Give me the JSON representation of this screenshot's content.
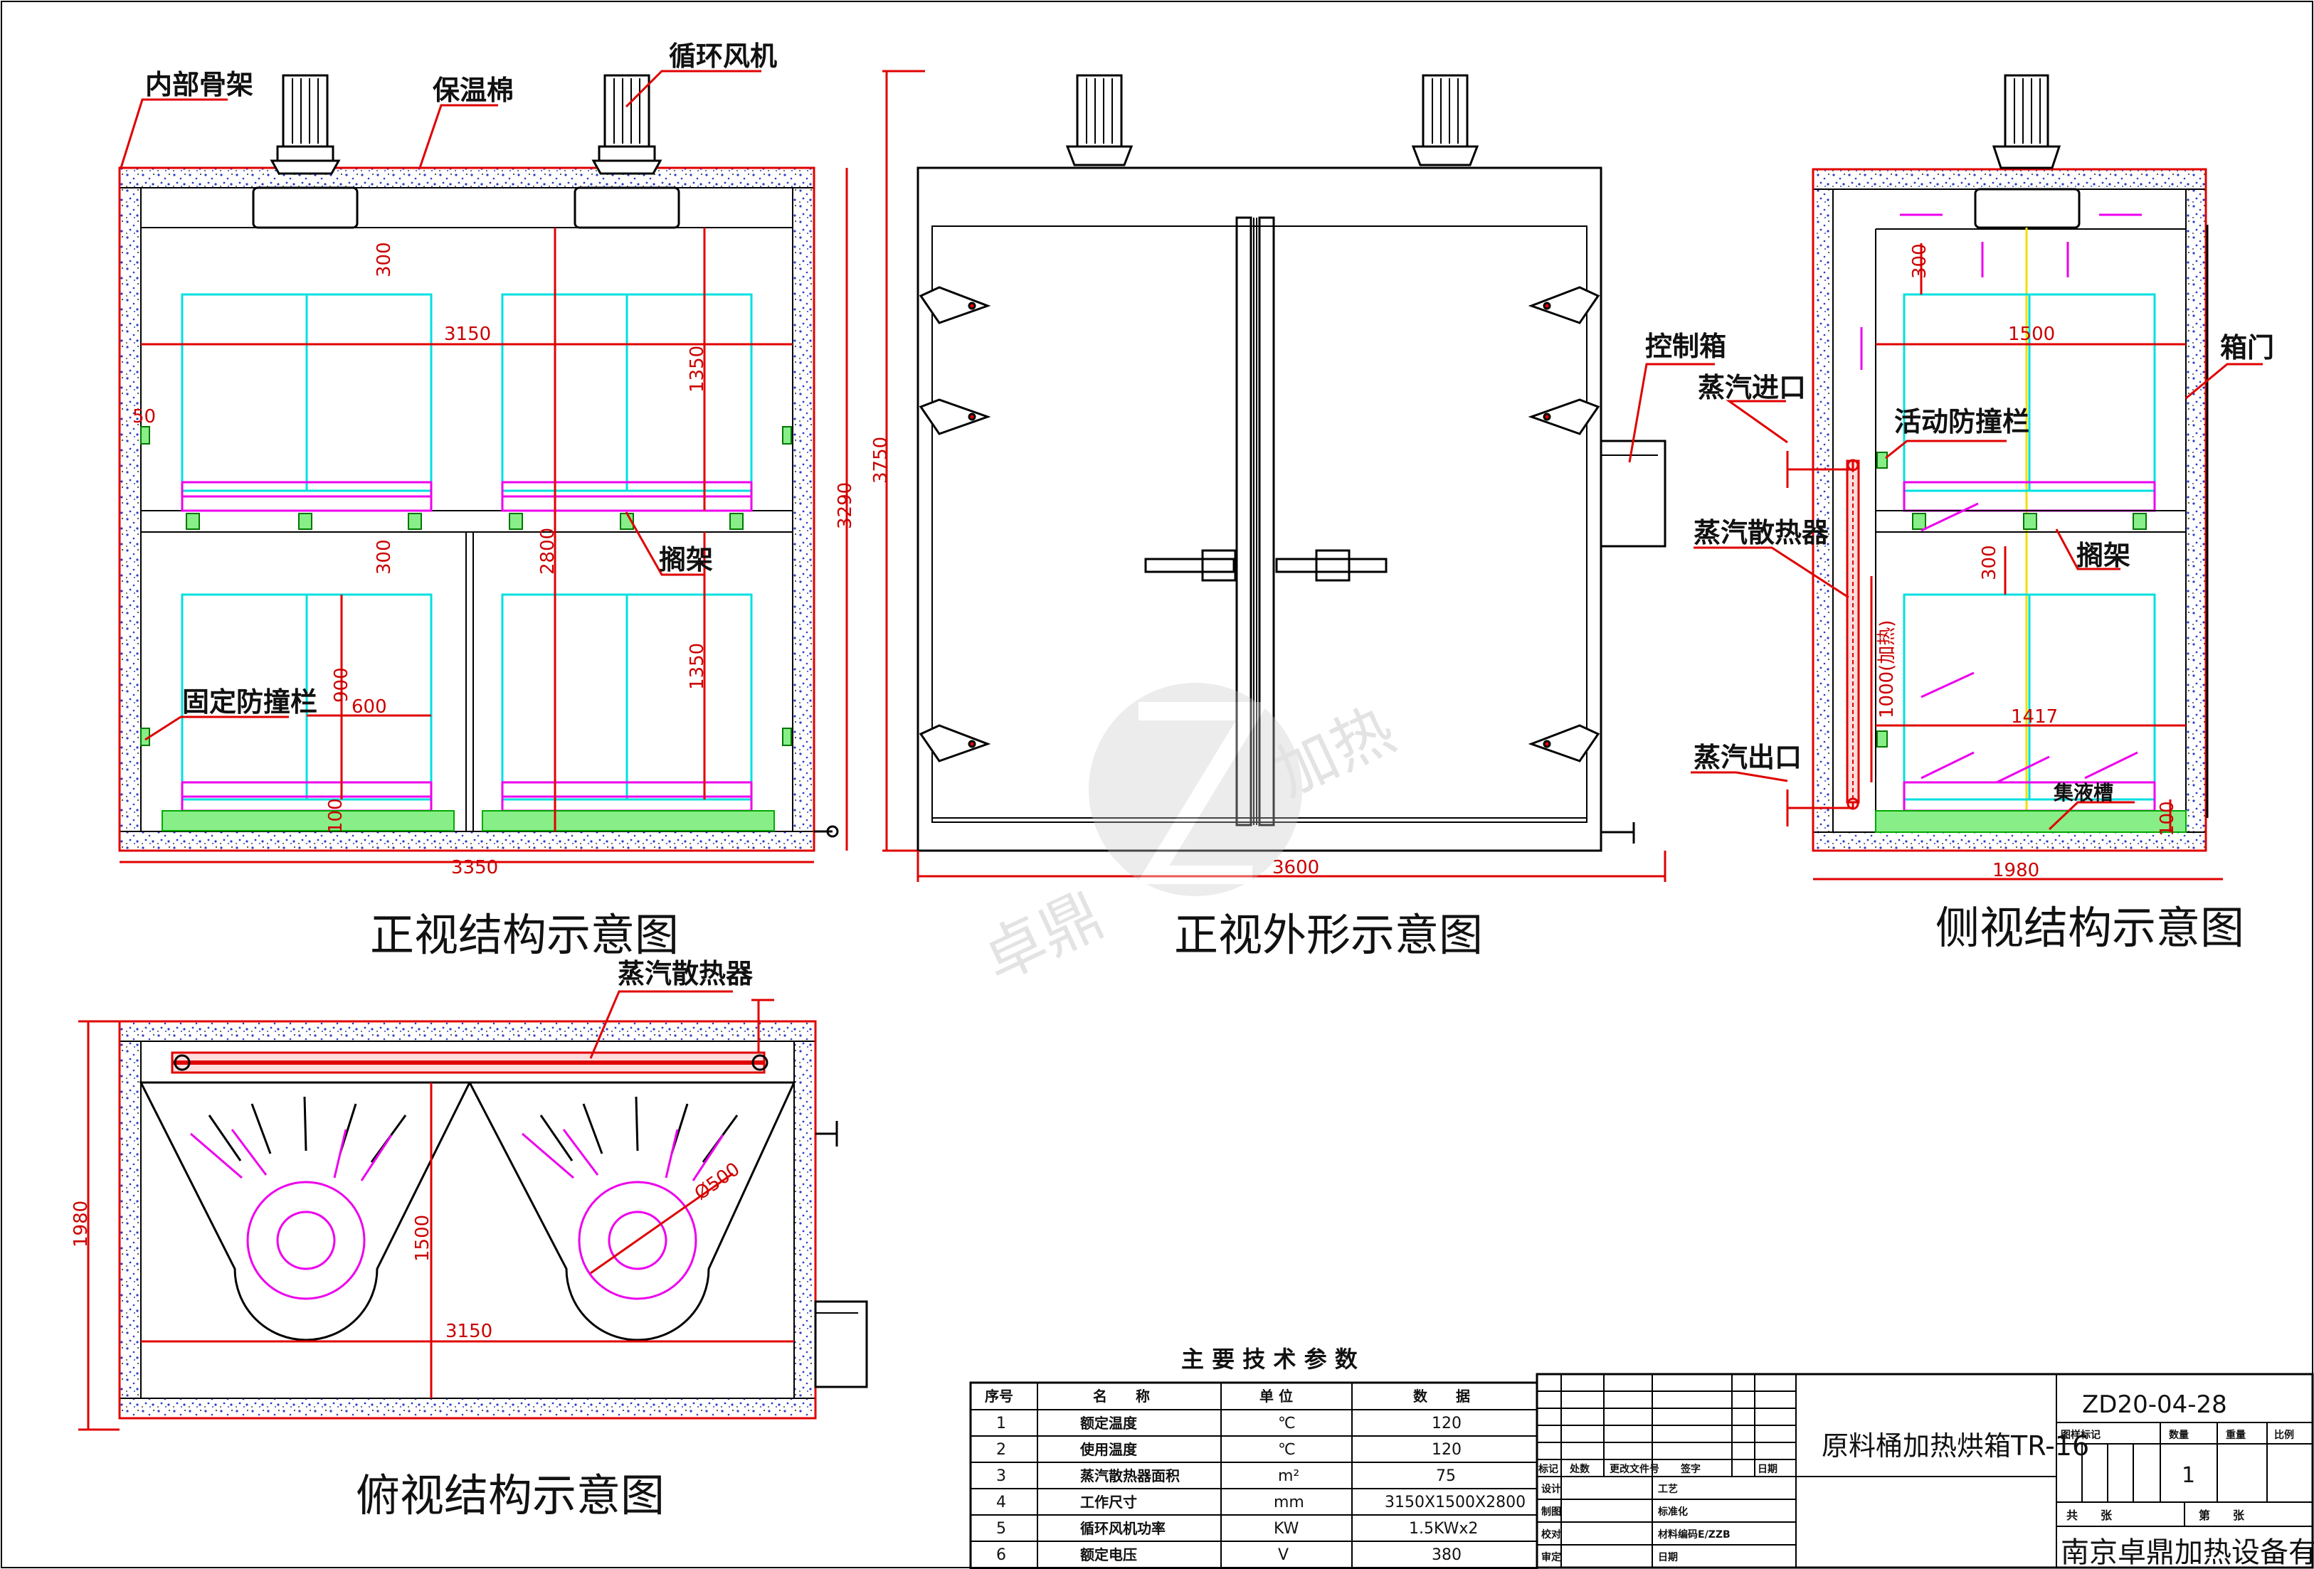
{
  "callouts": {
    "inner_frame": "内部骨架",
    "insulation": "保温棉",
    "circulation_fan": "循环风机",
    "fixed_guard": "固定防撞栏",
    "rack_front": "搁架",
    "control_box": "控制箱",
    "steam_inlet": "蒸汽进口",
    "steam_radiator_side": "蒸汽散热器",
    "steam_outlet": "蒸汽出口",
    "movable_guard": "活动防撞栏",
    "rack_side": "搁架",
    "box_door": "箱门",
    "drip_tray": "集液槽",
    "steam_radiator_top": "蒸汽散热器"
  },
  "dimensions": {
    "front_width": "3350",
    "front_inner_width": "3150",
    "front_height": "3290",
    "front_top_gap": "300",
    "front_mid_gap": "300",
    "front_left_gap": "50",
    "front_inner_height": "2800",
    "front_shelf_upper": "1350",
    "front_shelf_lower": "1350",
    "front_bucket_h": "900",
    "front_bucket_w": "600",
    "front_bottom": "100",
    "outer_height": "3750",
    "outer_width": "3600",
    "side_width": "1980",
    "side_inner_width": "1500",
    "side_lower_width": "1417",
    "side_top_gap": "300",
    "side_mid_gap": "300",
    "side_radiator_h": "1000(加热)",
    "side_bottom": "100",
    "top_depth": "1980",
    "top_inner_width": "3150",
    "top_fan_depth": "1500",
    "top_fan_dia": "Ø500"
  },
  "view_titles": {
    "front_structure": "正视结构示意图",
    "front_outline": "正视外形示意图",
    "side_structure": "侧视结构示意图",
    "top_structure": "俯视结构示意图"
  },
  "watermark": {
    "brand_cn": "卓鼎",
    "brand_suffix": "加热"
  },
  "spec_table": {
    "title": "主 要 技 术 参 数",
    "headers": [
      "序号",
      "名　　称",
      "单 位",
      "数　　据"
    ],
    "rows": [
      [
        "1",
        "额定温度",
        "℃",
        "120"
      ],
      [
        "2",
        "使用温度",
        "℃",
        "120"
      ],
      [
        "3",
        "蒸汽散热器面积",
        "m²",
        "75"
      ],
      [
        "4",
        "工作尺寸",
        "mm",
        "3150X1500X2800"
      ],
      [
        "5",
        "循环风机功率",
        "KW",
        "1.5KWx2"
      ],
      [
        "6",
        "额定电压",
        "V",
        "380"
      ]
    ]
  },
  "title_block": {
    "drawing_no": "ZD20-04-28",
    "product_name": "原料桶加热烘箱TR-16",
    "stage_mark_label": "图样标记",
    "qty_label": "数量",
    "weight_label": "重量",
    "scale_label": "比例",
    "qty_value": "1",
    "sheets_total": "共　　张",
    "sheet_no": "第　　张",
    "company": "南京卓鼎加热设备有限公司",
    "rev_headers": [
      "标记",
      "处数",
      "更改文件号",
      "签字",
      "日期"
    ],
    "sign_rows": [
      [
        "设计",
        "",
        "工艺",
        ""
      ],
      [
        "制图",
        "",
        "标准化",
        ""
      ],
      [
        "校对",
        "",
        "材料编码E/ZZB",
        ""
      ],
      [
        "审定",
        "",
        "日期",
        ""
      ]
    ]
  }
}
